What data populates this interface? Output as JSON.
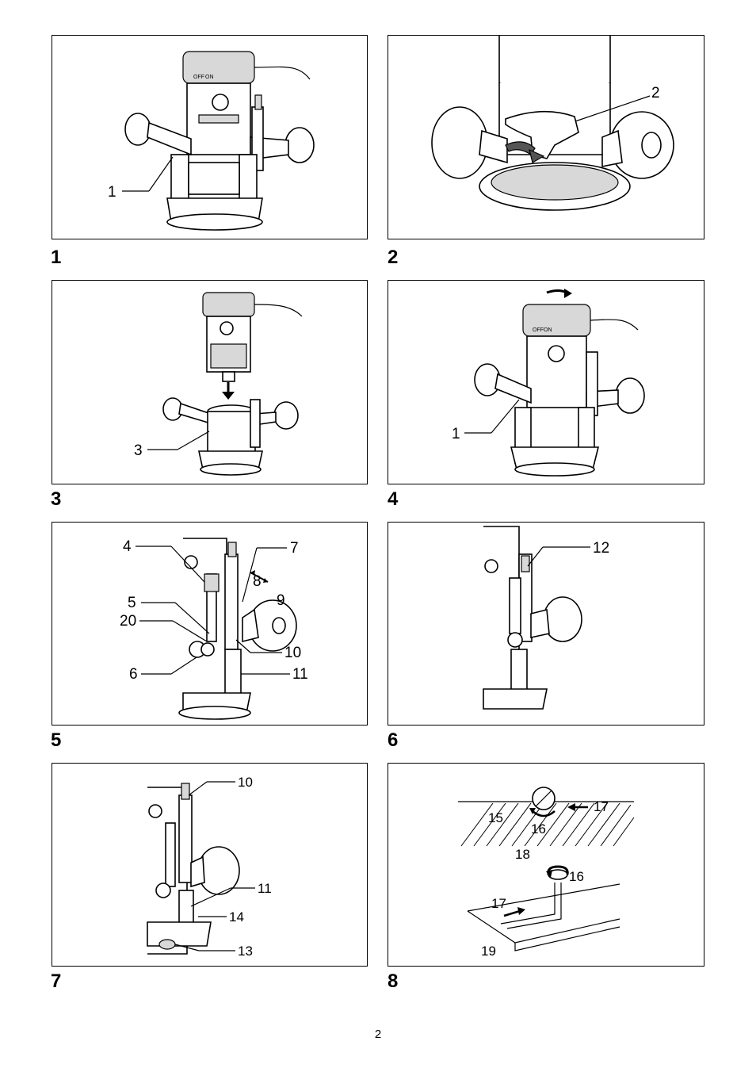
{
  "page": {
    "number": "2"
  },
  "figures": [
    {
      "number": "1",
      "callouts": [
        "1"
      ]
    },
    {
      "number": "2",
      "callouts": [
        "2"
      ]
    },
    {
      "number": "3",
      "callouts": [
        "3"
      ]
    },
    {
      "number": "4",
      "callouts": [
        "1"
      ]
    },
    {
      "number": "5",
      "callouts": [
        "4",
        "7",
        "8",
        "9",
        "5",
        "20",
        "10",
        "6",
        "11"
      ]
    },
    {
      "number": "6",
      "callouts": [
        "12"
      ]
    },
    {
      "number": "7",
      "callouts": [
        "10",
        "11",
        "14",
        "13"
      ]
    },
    {
      "number": "8",
      "callouts": [
        "17",
        "15",
        "16",
        "18",
        "16",
        "17",
        "19"
      ]
    }
  ],
  "labels": {
    "off": "OFF",
    "on": "ON"
  }
}
